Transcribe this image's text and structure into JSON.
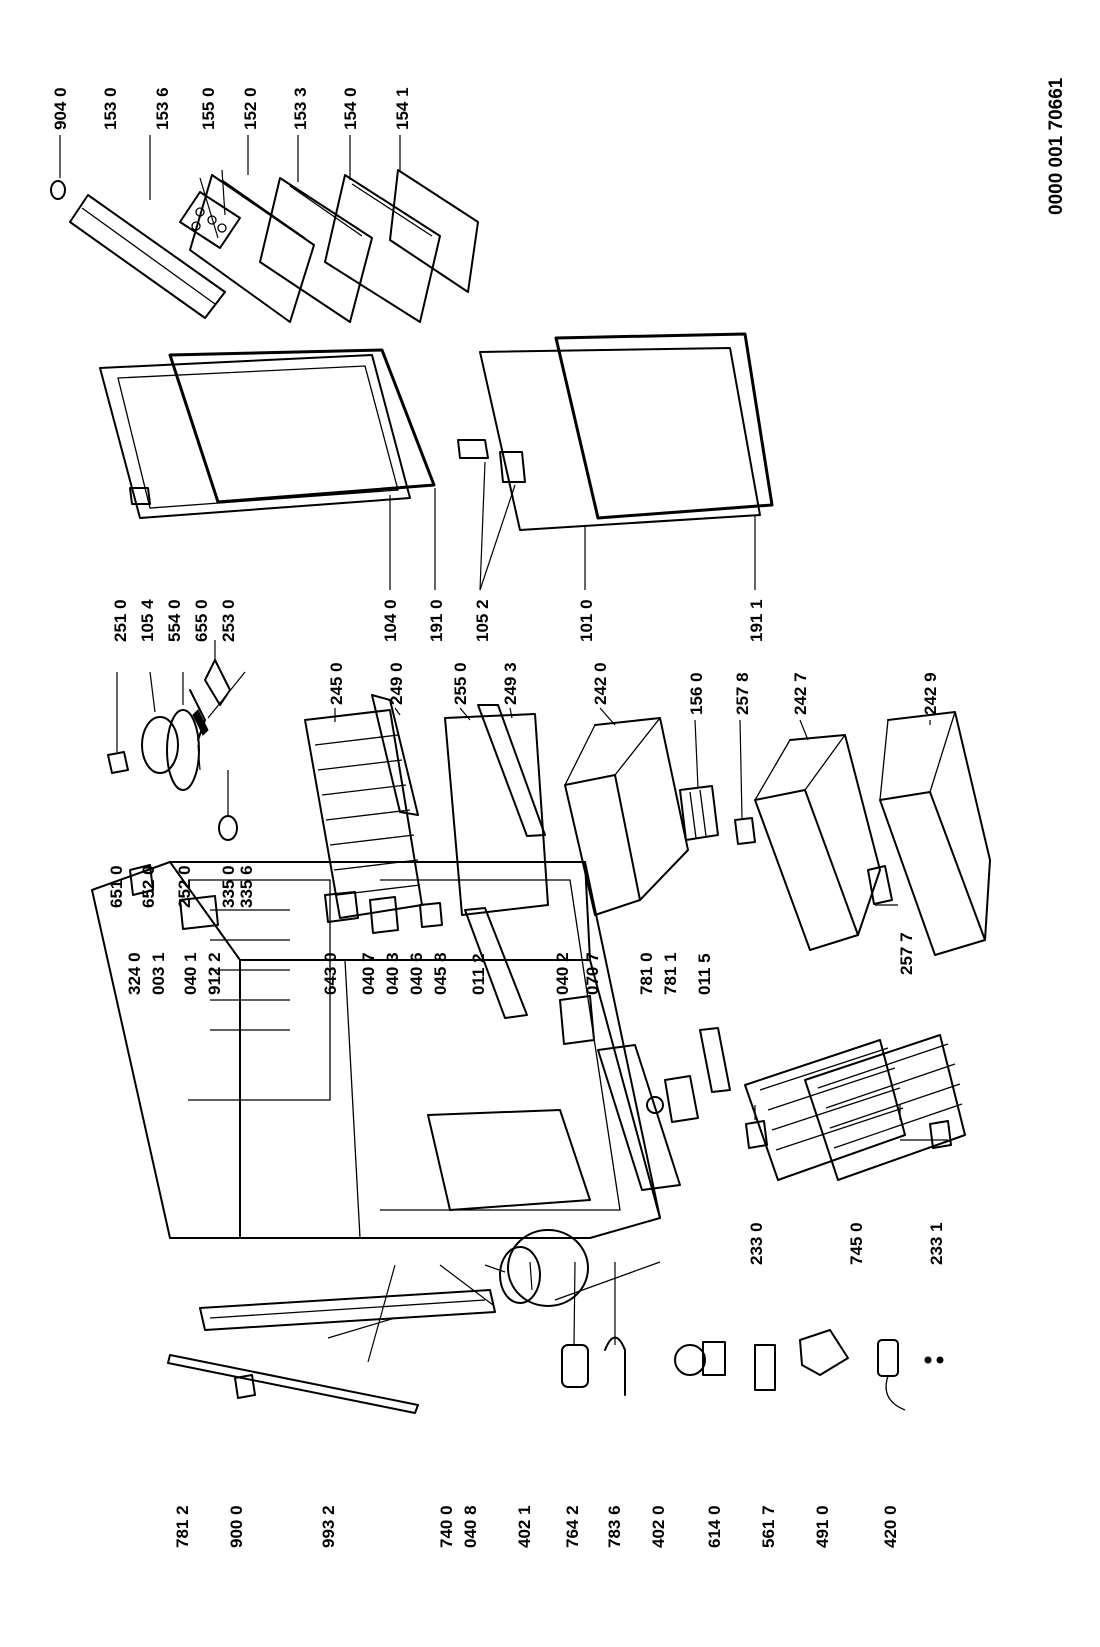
{
  "document_number": "0000 001 70661",
  "part_labels": [
    "904 0",
    "153 0",
    "153 6",
    "155 0",
    "152 0",
    "153 3",
    "154 0",
    "154 1",
    "251 0",
    "105 4",
    "554 0",
    "655 0",
    "253 0",
    "104 0",
    "191 0",
    "105 2",
    "101 0",
    "191 1",
    "651 0",
    "652 0",
    "252 0",
    "335 0",
    "335 6",
    "245 0",
    "249 0",
    "255 0",
    "249 3",
    "242 0",
    "156 0",
    "257 8",
    "242 7",
    "242 9",
    "257 7",
    "324 0",
    "003 1",
    "040 1",
    "912 2",
    "643 0",
    "040 7",
    "040 3",
    "040 6",
    "045 8",
    "011 2",
    "040 2",
    "070 7",
    "781 0",
    "781 1",
    "011 5",
    "233 0",
    "745 0",
    "233 1",
    "781 2",
    "900 0",
    "993 2",
    "740 0",
    "040 8",
    "402 1",
    "764 2",
    "783 6",
    "402 0",
    "614 0",
    "561 7",
    "491 0",
    "420 0"
  ]
}
